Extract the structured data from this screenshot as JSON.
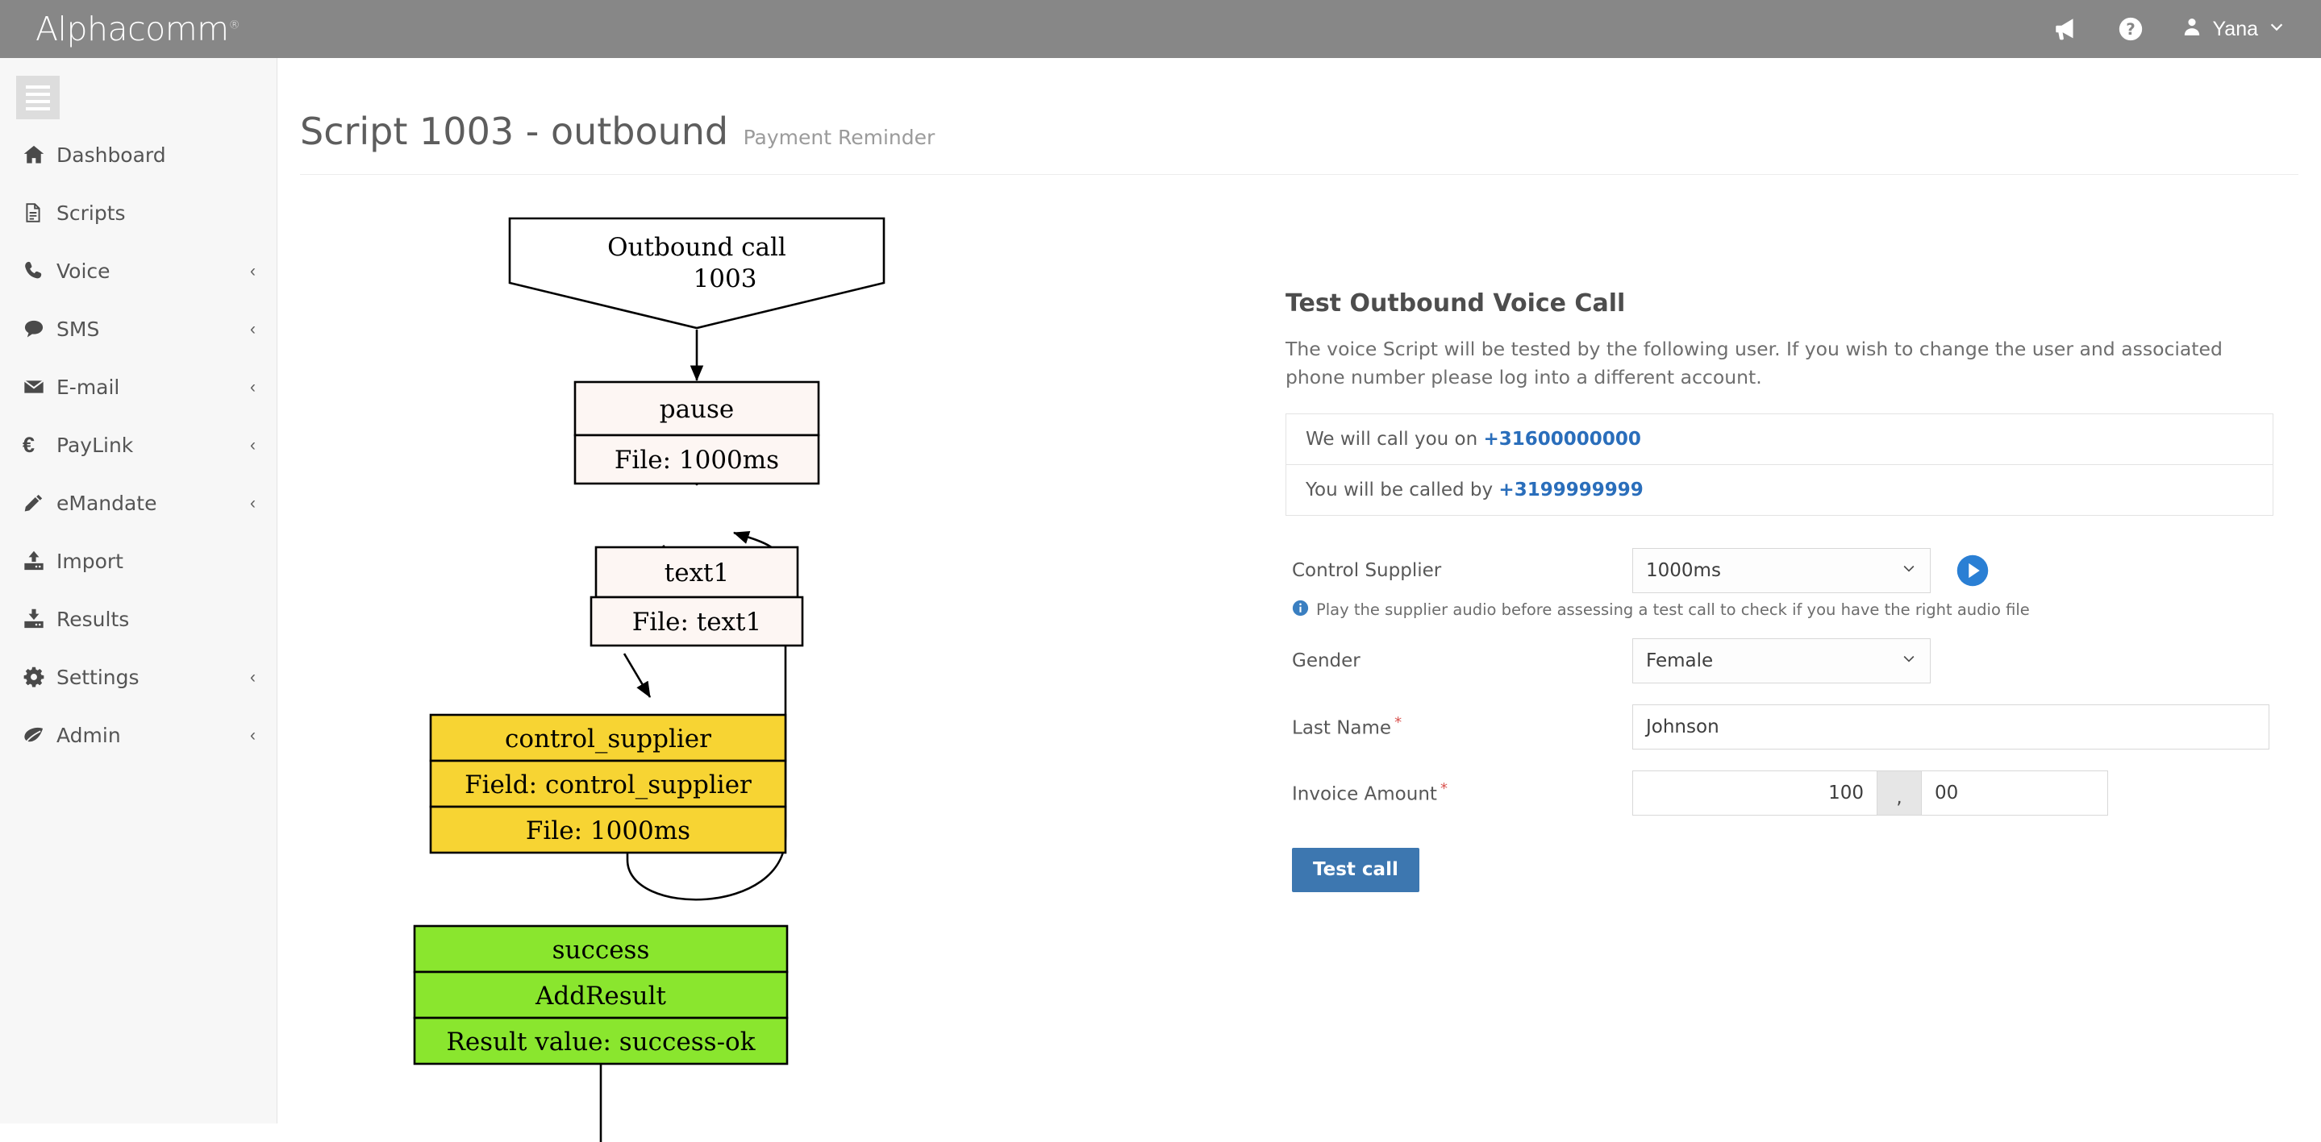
{
  "header": {
    "logo": "Alphacomm",
    "logo_mark": "®",
    "announce_icon": "megaphone-icon",
    "help_icon": "help-circle-icon",
    "user_icon": "user-icon",
    "user_name": "Yana",
    "user_chevron": "chevron-down-icon",
    "bar_color": "#878787"
  },
  "sidebar": {
    "toggle_icon": "list-toggle-icon",
    "items": [
      {
        "label": "Dashboard",
        "icon": "home-icon",
        "chevron": false
      },
      {
        "label": "Scripts",
        "icon": "document-icon",
        "chevron": false
      },
      {
        "label": "Voice",
        "icon": "phone-icon",
        "chevron": true
      },
      {
        "label": "SMS",
        "icon": "chat-icon",
        "chevron": true
      },
      {
        "label": "E-mail",
        "icon": "envelope-icon",
        "chevron": true
      },
      {
        "label": "PayLink",
        "icon": "euro-icon",
        "chevron": true
      },
      {
        "label": "eMandate",
        "icon": "pencil-icon",
        "chevron": true
      },
      {
        "label": "Import",
        "icon": "upload-icon",
        "chevron": false
      },
      {
        "label": "Results",
        "icon": "download-icon",
        "chevron": false
      },
      {
        "label": "Settings",
        "icon": "gear-icon",
        "chevron": true
      },
      {
        "label": "Admin",
        "icon": "leaf-icon",
        "chevron": true
      }
    ],
    "chevron_glyph": "‹"
  },
  "page": {
    "title": "Script 1003 - outbound",
    "subtitle": "Payment Reminder"
  },
  "flowchart": {
    "nodes": [
      {
        "id": "start",
        "shape": "pentagon",
        "fill": "#ffffff",
        "lines": [
          "Outbound call",
          "1003"
        ]
      },
      {
        "id": "pause",
        "shape": "record",
        "fill": "#fdf6f3",
        "lines": [
          "pause",
          "File: 1000ms"
        ]
      },
      {
        "id": "text1",
        "shape": "record",
        "fill": "#fdf6f3",
        "lines": [
          "text1",
          "File: text1"
        ]
      },
      {
        "id": "control_supplier",
        "shape": "record",
        "fill": "#f7d433",
        "lines": [
          "control_supplier",
          "Field: control_supplier",
          "File: 1000ms"
        ]
      },
      {
        "id": "success",
        "shape": "record",
        "fill": "#8ae62e",
        "lines": [
          "success",
          "AddResult",
          "Result value: success-ok"
        ]
      }
    ],
    "edges": [
      {
        "from": "start",
        "to": "pause"
      },
      {
        "from": "pause",
        "to": "text1"
      },
      {
        "from": "text1",
        "to": "control_supplier"
      },
      {
        "from": "control_supplier",
        "to": "success"
      },
      {
        "from": "success",
        "to": "text1",
        "style": "loop-back"
      }
    ]
  },
  "panel": {
    "title": "Test Outbound Voice Call",
    "description": "The voice Script will be tested by the following user. If you wish to change the user and associated phone number please log into a different account.",
    "call_on_label": "We will call you on ",
    "call_on_number": "+31600000000",
    "called_by_label": "You will be called by ",
    "called_by_number": "+3199999999",
    "fields": {
      "control_supplier": {
        "label": "Control Supplier",
        "value": "1000ms",
        "chevron": "chevron-down-icon",
        "play_icon": "play-circle-icon",
        "hint_icon": "info-icon",
        "hint": "Play the supplier audio before assessing a test call to check if you have the right audio file"
      },
      "gender": {
        "label": "Gender",
        "value": "Female",
        "chevron": "chevron-down-icon"
      },
      "last_name": {
        "label": "Last Name",
        "required": "*",
        "value": "Johnson"
      },
      "invoice_amount": {
        "label": "Invoice Amount",
        "required": "*",
        "major": "100",
        "separator": ",",
        "minor": "00"
      }
    },
    "submit_label": "Test call",
    "accent_color": "#3d77b0",
    "link_color": "#2a6ebb"
  }
}
